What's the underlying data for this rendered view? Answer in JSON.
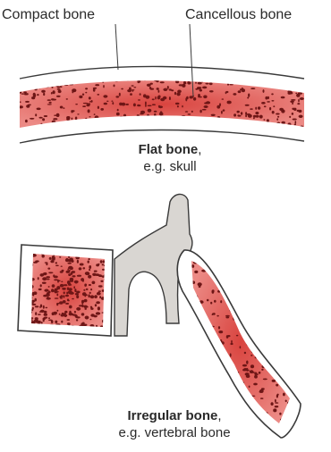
{
  "labels": {
    "compact": "Compact bone",
    "cancellous": "Cancellous bone"
  },
  "captions": {
    "flat": {
      "name": "Flat bone",
      "suffix": ",",
      "example": "e.g. skull"
    },
    "irregular": {
      "name": "Irregular bone",
      "suffix": ",",
      "example": "e.g. vertebral bone"
    }
  },
  "colors": {
    "marrow": "#e05a5a",
    "pore": "#6e1616",
    "compact_fill": "#ffffff",
    "cortex_outline": "#3a3a3a",
    "process_fill": "#d9d6d2"
  }
}
